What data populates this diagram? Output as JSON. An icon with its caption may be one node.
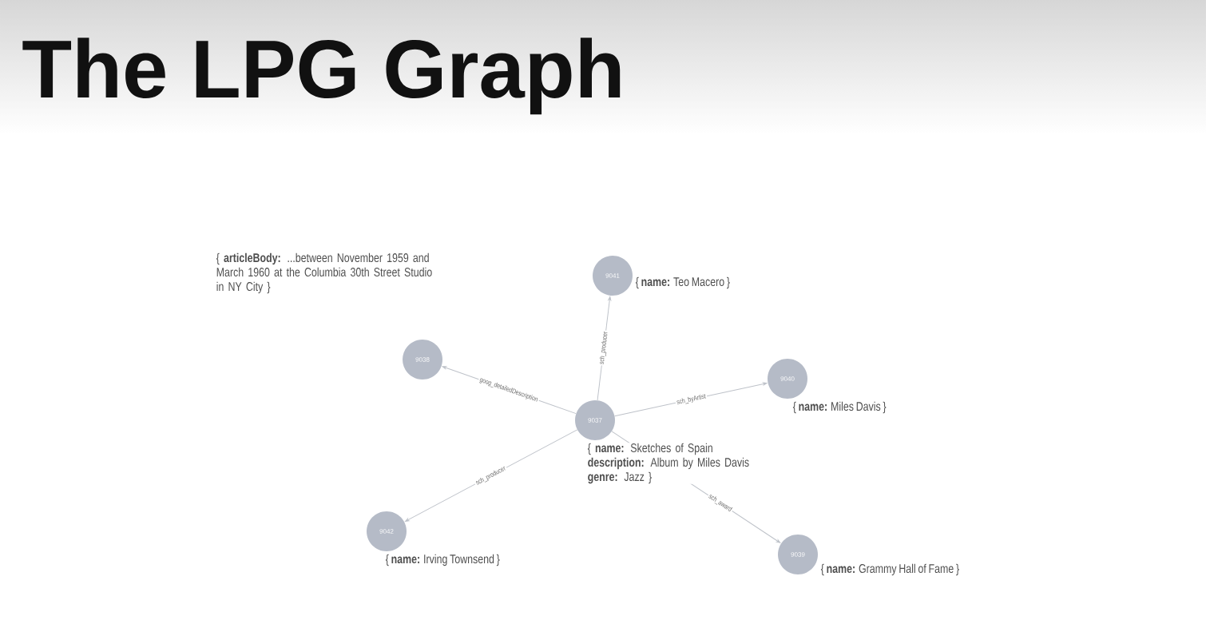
{
  "diagram": {
    "title": "The LPG Graph",
    "nodes": [
      {
        "text": [
          "9038"
        ],
        "beside": [
          "{ **articleBody:** ...between November 1959 and March 1960 at the Columbia 30th Street Studio in NY City }"
        ]
      },
      {
        "text": [
          "9041"
        ],
        "beside": [
          "{ **name:** Teo Macero }"
        ]
      },
      {
        "text": [
          "9040"
        ],
        "beside": [
          "{ **name:** Miles Davis }"
        ]
      },
      {
        "text": [
          "9037"
        ],
        "beside": [
          "{ **name:** Sketches of Spain **description:** Album by Miles Davis **genre:** Jazz }"
        ]
      },
      {
        "text": [
          "9042"
        ],
        "beside": [
          "{ **name:** Irving Townsend }"
        ]
      },
      {
        "text": [
          "9039"
        ],
        "beside": [
          "{ **name:** Grammy Hall of Fame }"
        ]
      }
    ],
    "edges": [
      {
        "from": 3,
        "to": 0,
        "arrow": "to",
        "label": "goog_detailedDescription"
      },
      {
        "from": 3,
        "to": 1,
        "arrow": "to",
        "label": "sch_producer"
      },
      {
        "from": 3,
        "to": 2,
        "arrow": "to",
        "label": "sch_byArtist"
      },
      {
        "from": 3,
        "to": 4,
        "arrow": "to",
        "label": "sch_producer"
      },
      {
        "from": 3,
        "to": 5,
        "arrow": "to",
        "label": "sch_award"
      }
    ]
  }
}
